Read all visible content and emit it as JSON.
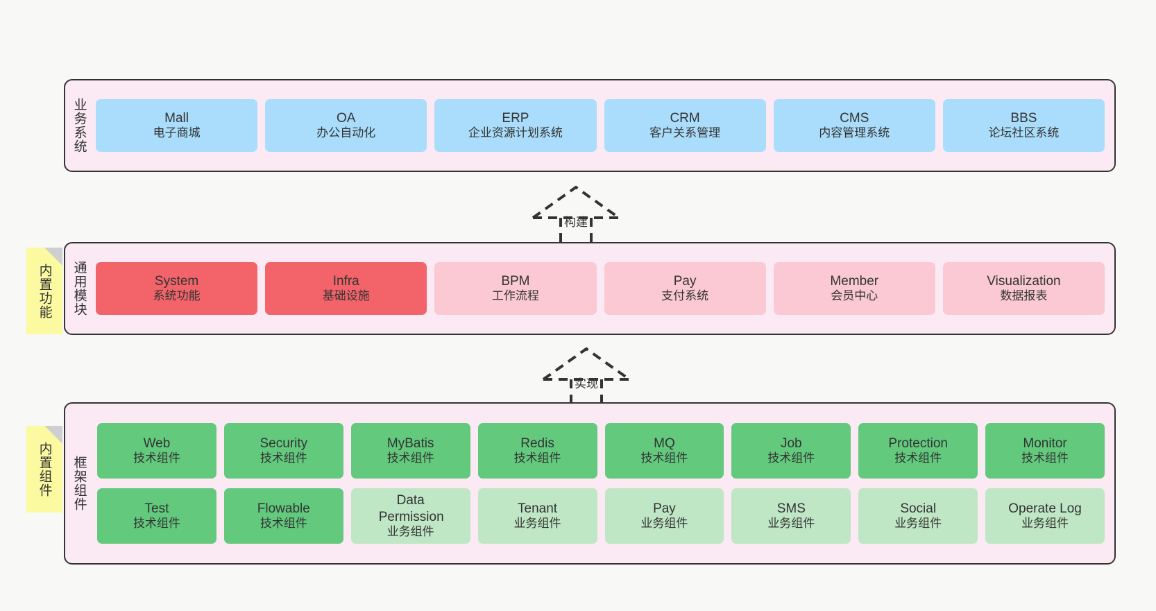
{
  "layers": [
    {
      "id": "business-systems",
      "label": "业务系统",
      "note": null,
      "rows": [
        {
          "cards": [
            {
              "title": "Mall",
              "subtitle": "电子商城",
              "color": "#aaddfb",
              "style": "c-blue"
            },
            {
              "title": "OA",
              "subtitle": "办公自动化",
              "color": "#aaddfb",
              "style": "c-blue"
            },
            {
              "title": "ERP",
              "subtitle": "企业资源计划系统",
              "color": "#aaddfb",
              "style": "c-blue"
            },
            {
              "title": "CRM",
              "subtitle": "客户关系管理",
              "color": "#aaddfb",
              "style": "c-blue"
            },
            {
              "title": "CMS",
              "subtitle": "内容管理系统",
              "color": "#aaddfb",
              "style": "c-blue"
            },
            {
              "title": "BBS",
              "subtitle": "论坛社区系统",
              "color": "#aaddfb",
              "style": "c-blue"
            }
          ]
        }
      ]
    },
    {
      "id": "common-modules",
      "label": "通用模块",
      "note": "内置功能",
      "rows": [
        {
          "cards": [
            {
              "title": "System",
              "subtitle": "系统功能",
              "color": "#f2646a",
              "style": "c-red-strong"
            },
            {
              "title": "Infra",
              "subtitle": "基础设施",
              "color": "#f2646a",
              "style": "c-red-strong"
            },
            {
              "title": "BPM",
              "subtitle": "工作流程",
              "color": "#fbc9d3",
              "style": "c-red-light"
            },
            {
              "title": "Pay",
              "subtitle": "支付系统",
              "color": "#fbc9d3",
              "style": "c-red-light"
            },
            {
              "title": "Member",
              "subtitle": "会员中心",
              "color": "#fbc9d3",
              "style": "c-red-light"
            },
            {
              "title": "Visualization",
              "subtitle": "数据报表",
              "color": "#fbc9d3",
              "style": "c-red-light"
            }
          ]
        }
      ]
    },
    {
      "id": "framework-components",
      "label": "框架组件",
      "note": "内置组件",
      "rows": [
        {
          "cards": [
            {
              "title": "Web",
              "subtitle": "技术组件",
              "color": "#62c97d",
              "style": "c-green-strong"
            },
            {
              "title": "Security",
              "subtitle": "技术组件",
              "color": "#62c97d",
              "style": "c-green-strong"
            },
            {
              "title": "MyBatis",
              "subtitle": "技术组件",
              "color": "#62c97d",
              "style": "c-green-strong"
            },
            {
              "title": "Redis",
              "subtitle": "技术组件",
              "color": "#62c97d",
              "style": "c-green-strong"
            },
            {
              "title": "MQ",
              "subtitle": "技术组件",
              "color": "#62c97d",
              "style": "c-green-strong"
            },
            {
              "title": "Job",
              "subtitle": "技术组件",
              "color": "#62c97d",
              "style": "c-green-strong"
            },
            {
              "title": "Protection",
              "subtitle": "技术组件",
              "color": "#62c97d",
              "style": "c-green-strong"
            },
            {
              "title": "Monitor",
              "subtitle": "技术组件",
              "color": "#62c97d",
              "style": "c-green-strong"
            }
          ]
        },
        {
          "cards": [
            {
              "title": "Test",
              "subtitle": "技术组件",
              "color": "#62c97d",
              "style": "c-green-strong"
            },
            {
              "title": "Flowable",
              "subtitle": "技术组件",
              "color": "#62c97d",
              "style": "c-green-strong"
            },
            {
              "title": "Data Permission",
              "subtitle": "业务组件",
              "color": "#bfe6c5",
              "style": "c-green-light"
            },
            {
              "title": "Tenant",
              "subtitle": "业务组件",
              "color": "#bfe6c5",
              "style": "c-green-light"
            },
            {
              "title": "Pay",
              "subtitle": "业务组件",
              "color": "#bfe6c5",
              "style": "c-green-light"
            },
            {
              "title": "SMS",
              "subtitle": "业务组件",
              "color": "#bfe6c5",
              "style": "c-green-light"
            },
            {
              "title": "Social",
              "subtitle": "业务组件",
              "color": "#bfe6c5",
              "style": "c-green-light"
            },
            {
              "title": "Operate Log",
              "subtitle": "业务组件",
              "color": "#bfe6c5",
              "style": "c-green-light"
            }
          ]
        }
      ]
    }
  ],
  "connectors": [
    {
      "id": "build",
      "label": "构建",
      "from": "common-modules",
      "to": "business-systems"
    },
    {
      "id": "implement",
      "label": "实现",
      "from": "framework-components",
      "to": "common-modules"
    }
  ],
  "colors": {
    "background": "#f8f8f6",
    "band_fill": "#fbeaf4",
    "band_border": "#333333",
    "note_fill": "#fbfaa0",
    "note_fold": "#cfcfcf",
    "text": "#333333"
  }
}
